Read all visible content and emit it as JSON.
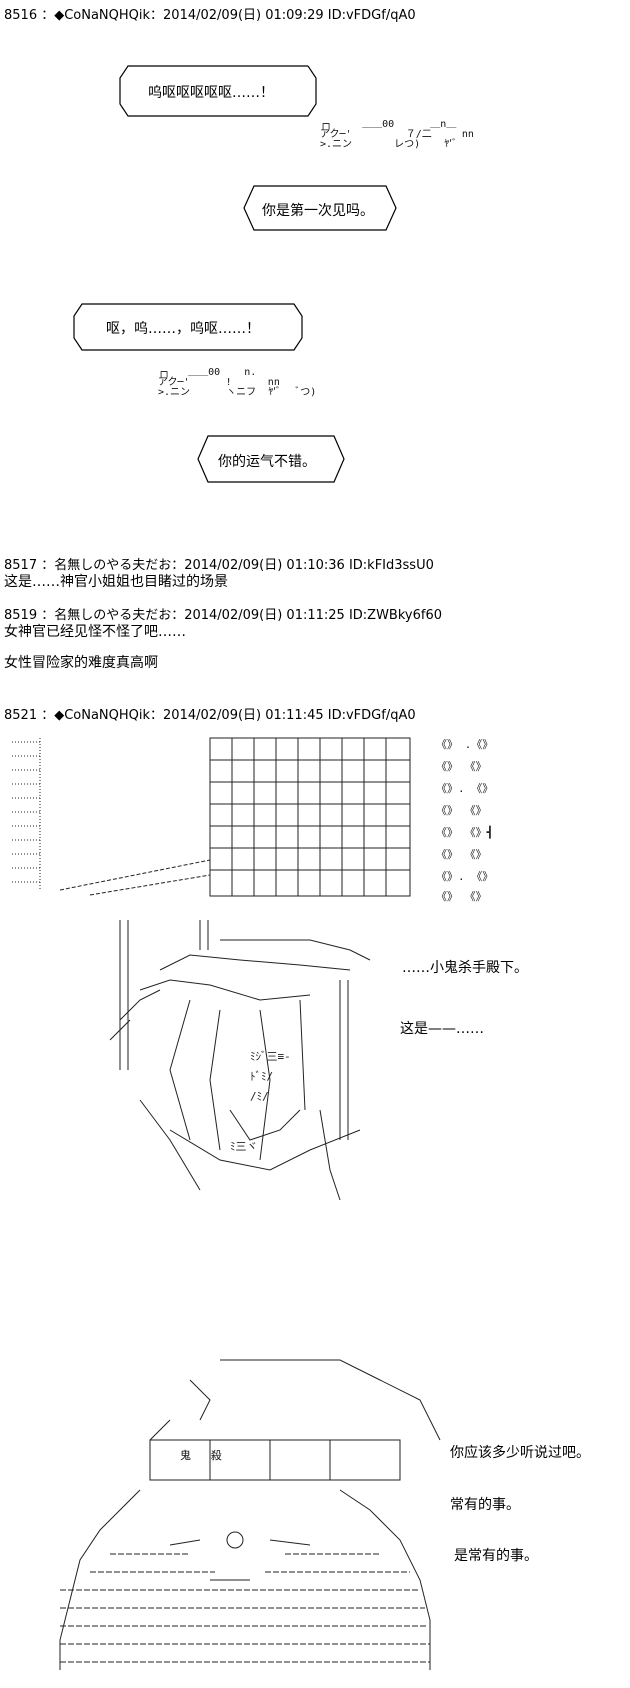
{
  "posts": [
    {
      "header": "8516 ：◆CoNaNQHQik：2014/02/09(日) 01:09:29 ID:vFDGf/qA0"
    },
    {
      "header": "8517 ：名無しのやる夫だお：2014/02/09(日) 01:10:36 ID:kFId3ssU0",
      "lines": [
        "这是……神官小姐姐也目睹过的场景"
      ]
    },
    {
      "header": "8519 ：名無しのやる夫だお：2014/02/09(日) 01:11:25 ID:ZWBky6f60",
      "lines": [
        "女神官已经见怪不怪了吧……",
        "女性冒险家的难度真高啊"
      ]
    },
    {
      "header": "8521 ：◆CoNaNQHQik：2014/02/09(日) 01:11:45 ID:vFDGf/qA0"
    }
  ],
  "bubbles": [
    "呜呕呕呕呕呕……！",
    "你是第一次见吗。",
    "呕，呜……，呜呕……！",
    "你的运气不错。"
  ],
  "side_lines": [
    "……小鬼杀手殿下。",
    "这是——……",
    "你应该多少听说过吧。",
    "常有的事。",
    "是常有的事。"
  ],
  "aa": {
    "group1": "┌┐     ＿＿00      ＿n＿\nアク─'         ７/二     nn\n>.ニン       レつ)    ﾔ'ﾞ",
    "group2": "┌┐   ＿＿00    n.\nアク─'      !      nn\n>.ニン      ヽニフ  ﾔ'ﾞ   ﾞつ)",
    "helmet_kanji": "鬼   殺"
  }
}
